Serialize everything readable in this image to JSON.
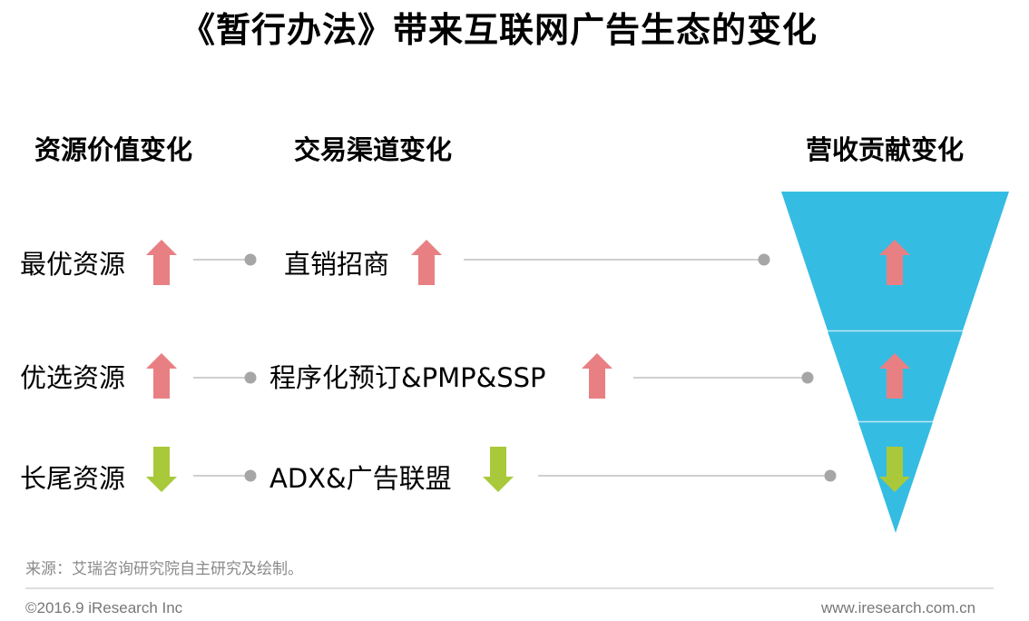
{
  "title": "《暂行办法》带来互联网广告生态的变化",
  "columns": {
    "resource_value": "资源价值变化",
    "trade_channel": "交易渠道变化",
    "revenue_contribution": "营收贡献变化"
  },
  "rows": [
    {
      "resource": "最优资源",
      "resource_trend": "up",
      "channel": "直销招商",
      "channel_trend": "up",
      "revenue_trend": "up"
    },
    {
      "resource": "优选资源",
      "resource_trend": "up",
      "channel": "程序化预订&PMP&SSP",
      "channel_trend": "up",
      "revenue_trend": "up"
    },
    {
      "resource": "长尾资源",
      "resource_trend": "down",
      "channel": "ADX&广告联盟",
      "channel_trend": "down",
      "revenue_trend": "down"
    }
  ],
  "colors": {
    "up": "#e88083",
    "down": "#a9c93b",
    "funnel": "#35bce2",
    "connector_line": "#cfcfcf",
    "connector_dot": "#a6a6a6"
  },
  "source": "来源：艾瑞咨询研究院自主研究及绘制。",
  "footer": {
    "copyright": "©2016.9 iResearch Inc",
    "website": "www.iresearch.com.cn"
  }
}
